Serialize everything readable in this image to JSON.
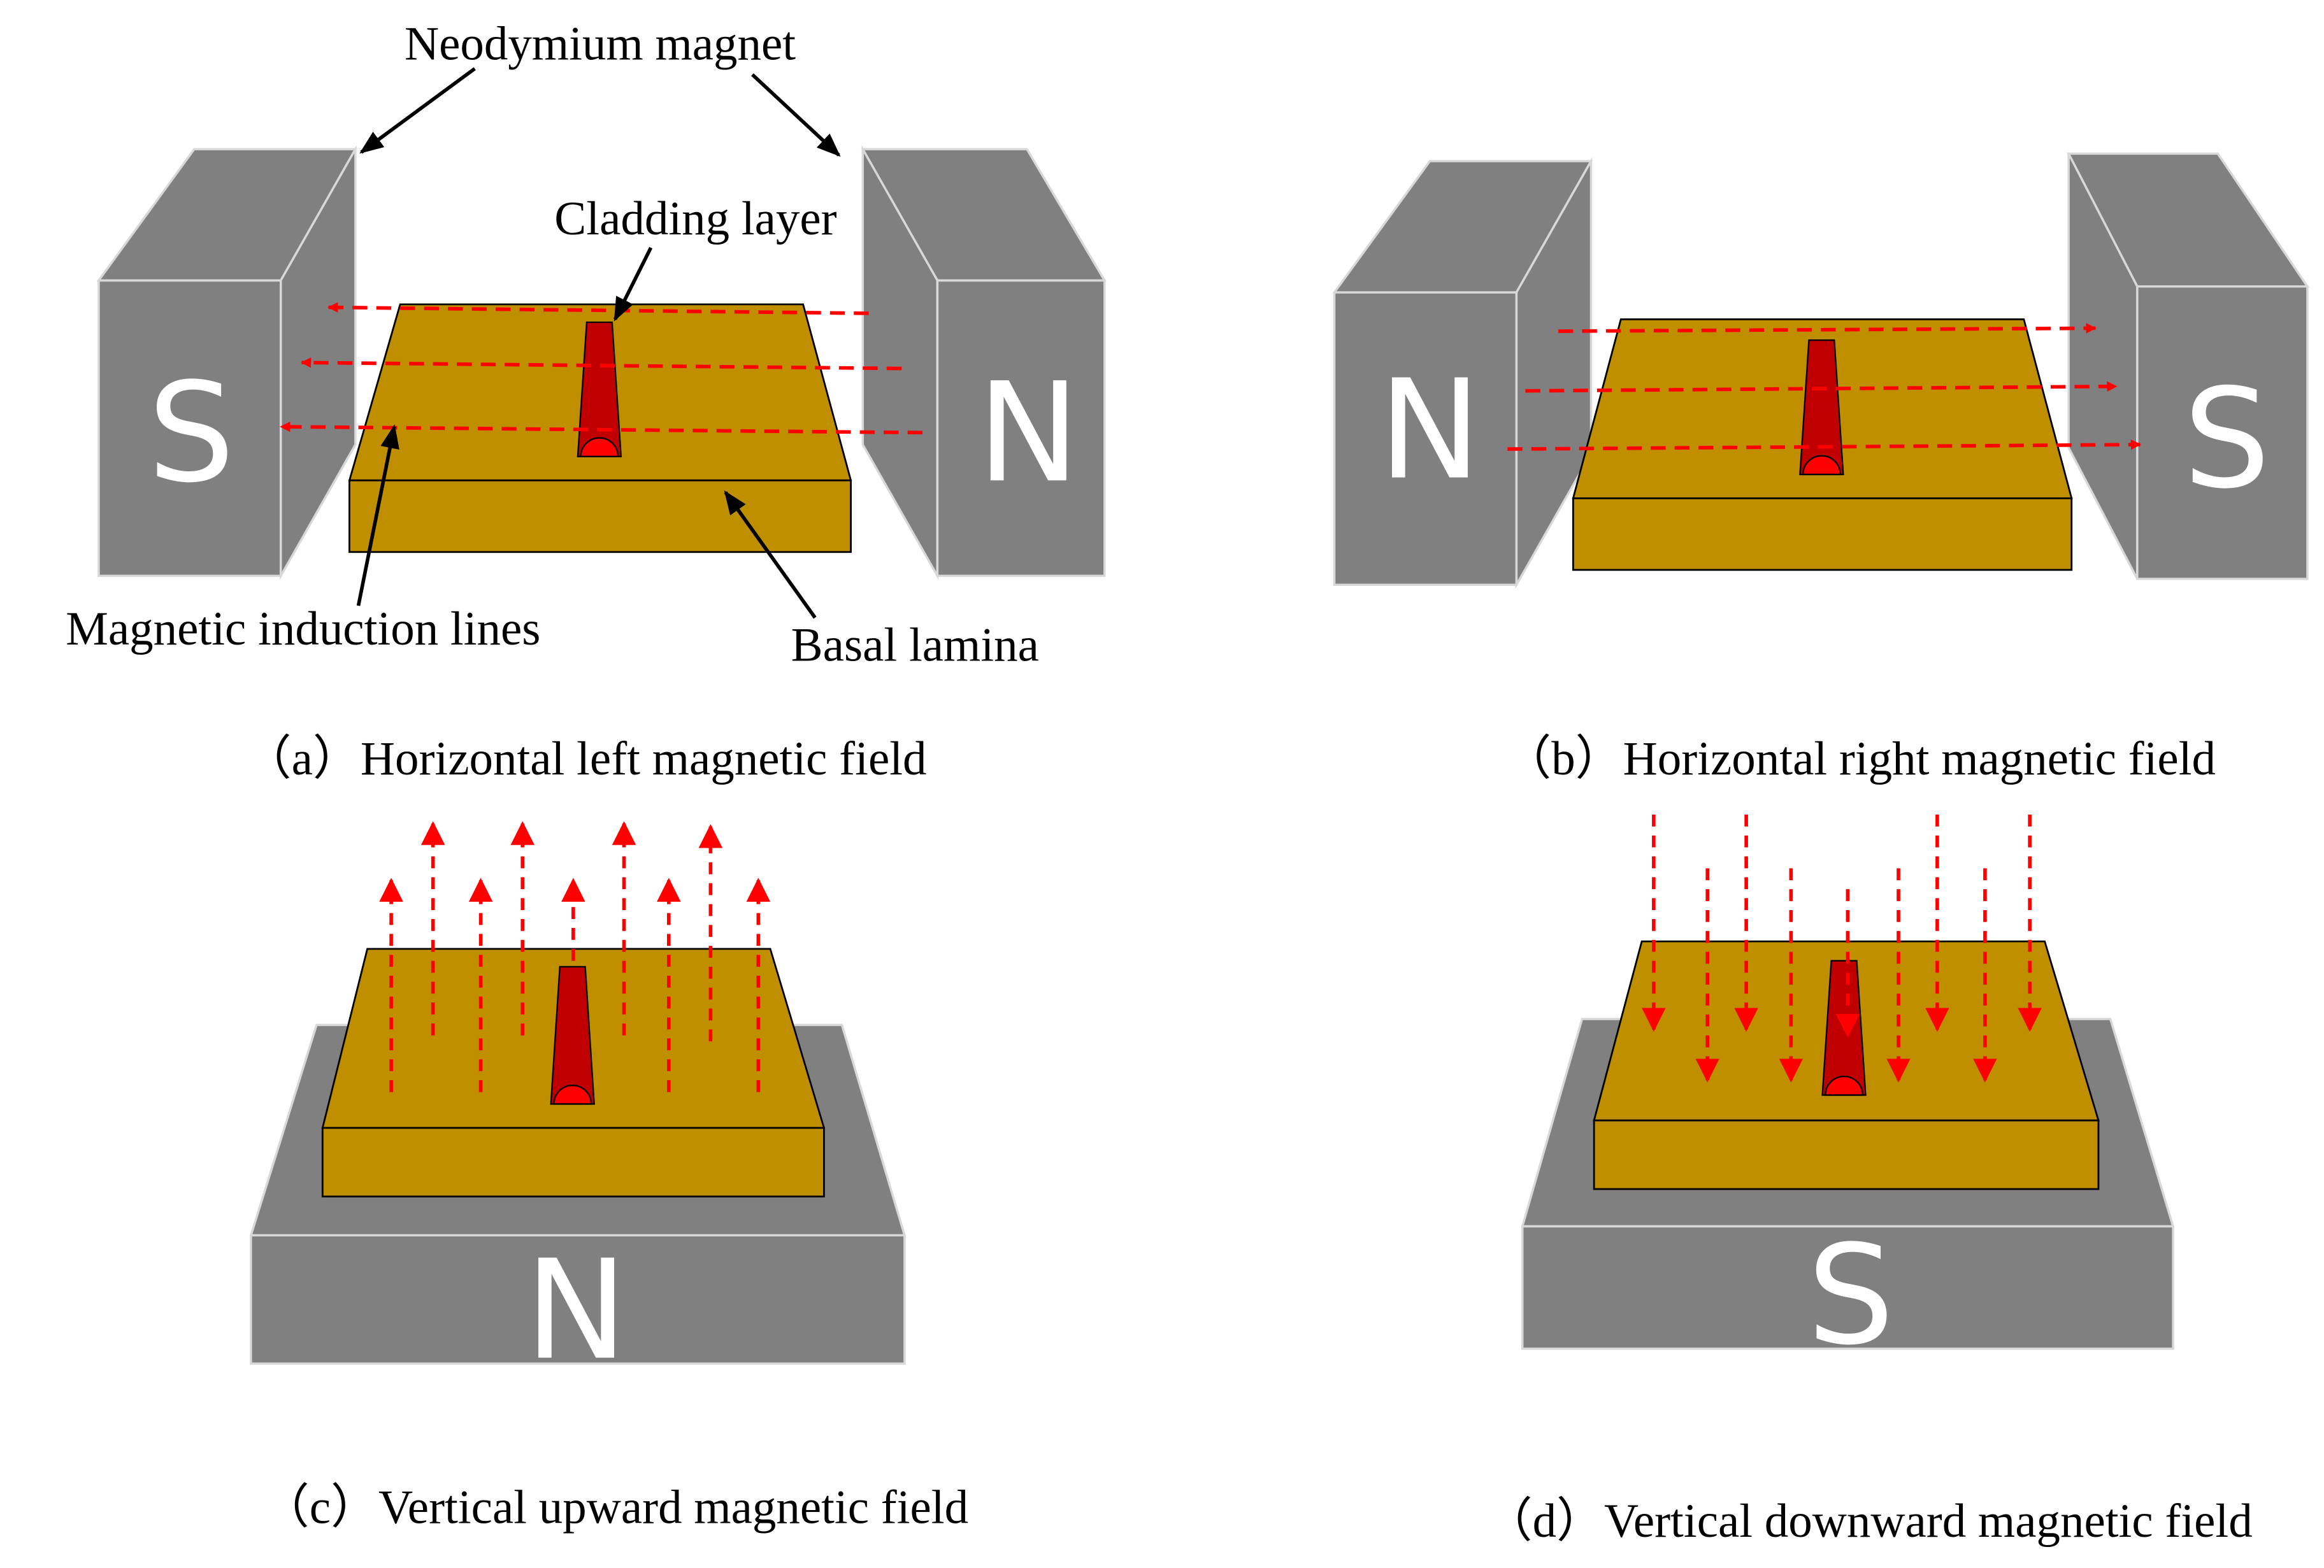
{
  "labels": {
    "neodymium_magnet": "Neodymium magnet",
    "cladding_layer": "Cladding layer",
    "magnetic_induction_lines": "Magnetic induction lines",
    "basal_lamina": "Basal lamina"
  },
  "panels": {
    "a": {
      "caption": "（a）Horizontal left magnetic field",
      "left_pole": "S",
      "right_pole": "N",
      "field_direction": "left"
    },
    "b": {
      "caption": "（b）Horizontal right magnetic field",
      "left_pole": "N",
      "right_pole": "S",
      "field_direction": "right"
    },
    "c": {
      "caption": "（c）Vertical upward magnetic field",
      "bottom_pole": "N",
      "field_direction": "up"
    },
    "d": {
      "caption": "（d）Vertical downward magnetic field",
      "bottom_pole": "S",
      "field_direction": "down"
    }
  },
  "colors": {
    "magnet": "#808080",
    "magnet_edge": "#d8d8d8",
    "lamina": "#bf8f00",
    "cladding": "#c00000",
    "cladding_end": "#ff0000",
    "field_line": "#ff0000",
    "text": "#000000"
  }
}
